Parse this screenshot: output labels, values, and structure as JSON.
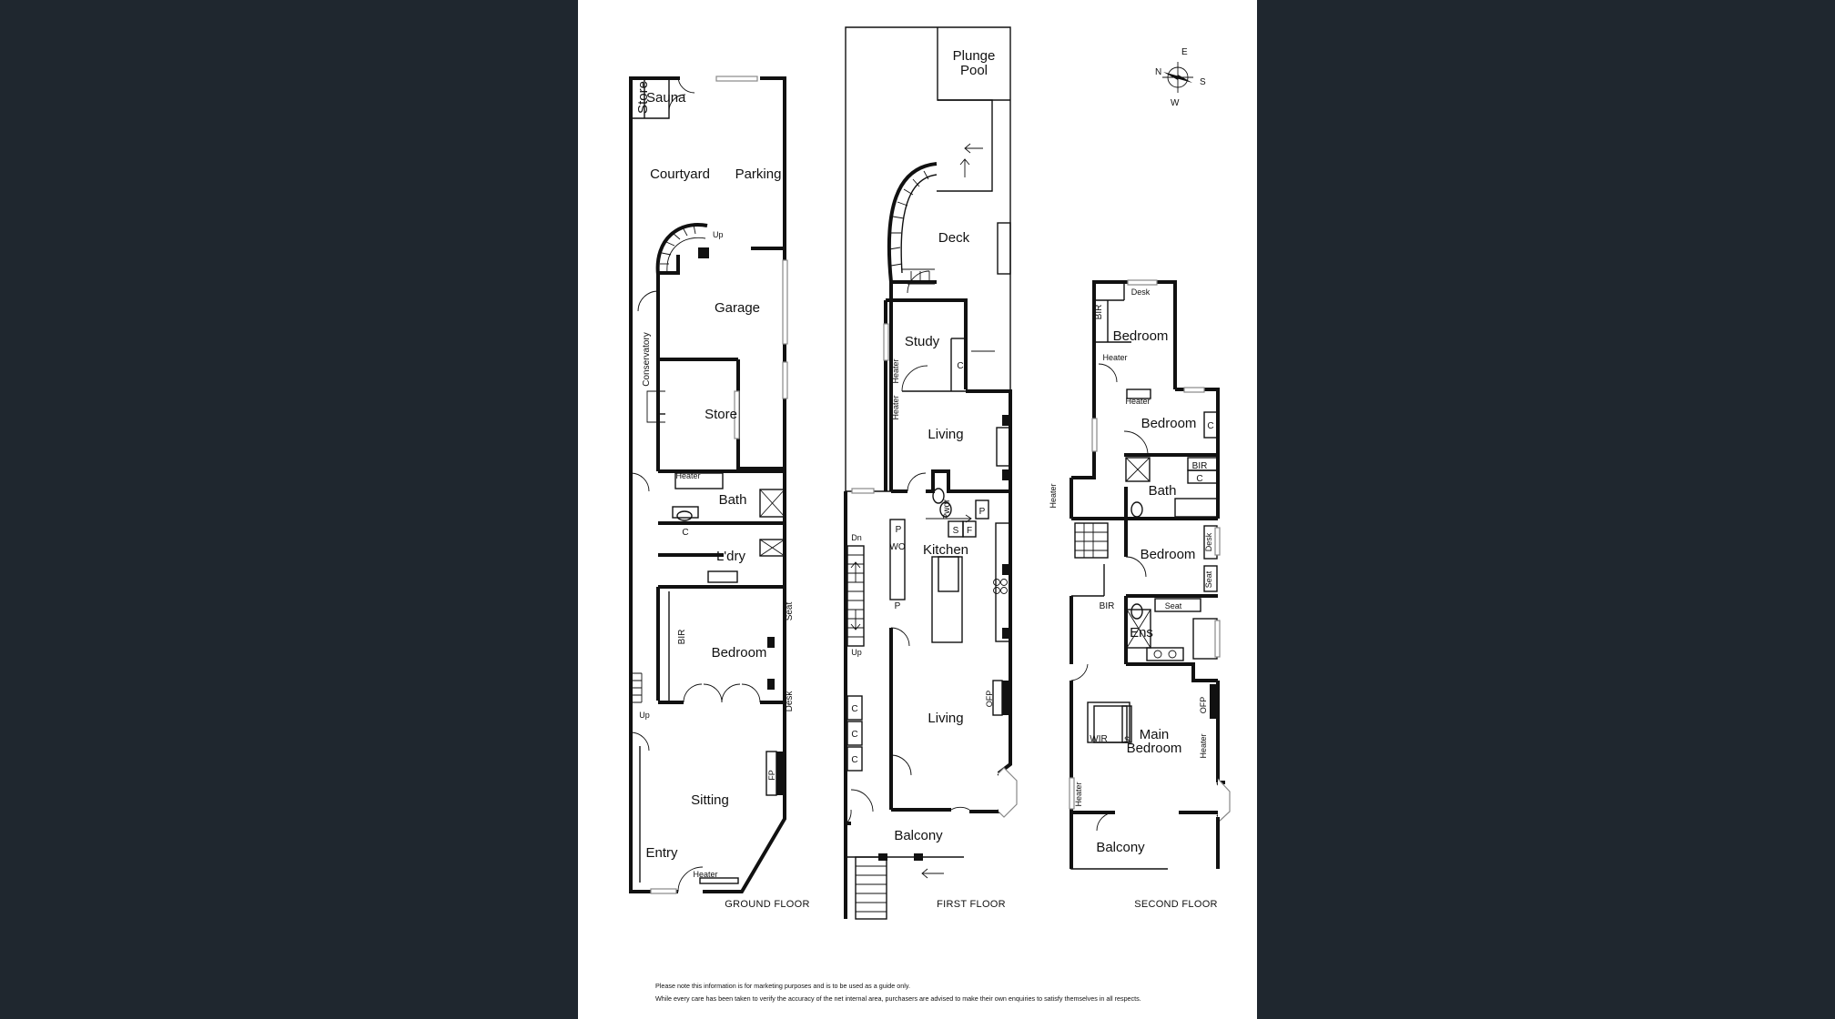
{
  "compass": {
    "n": "N",
    "e": "E",
    "s": "S",
    "w": "W"
  },
  "ground_floor": {
    "label": "GROUND FLOOR",
    "rooms": {
      "store_top": "Store",
      "sauna": "Sauna",
      "courtyard": "Courtyard",
      "parking": "Parking",
      "up_stair": "Up",
      "garage": "Garage",
      "conservatory": "Conservatory",
      "store": "Store",
      "heater_bath": "Heater",
      "bath": "Bath",
      "c": "C",
      "ldry": "L'dry",
      "bir": "BIR",
      "seat": "Seat",
      "bedroom": "Bedroom",
      "desk": "Desk",
      "up": "Up",
      "fp": "FP",
      "sitting": "Sitting",
      "entry": "Entry",
      "heater": "Heater"
    }
  },
  "first_floor": {
    "label": "FIRST FLOOR",
    "rooms": {
      "plunge_pool": [
        "Plunge",
        "Pool"
      ],
      "deck": "Deck",
      "study": "Study",
      "c": "C",
      "heater_study": "Heater",
      "heater_living": "Heater",
      "living_top": "Living",
      "pwdr": "Pwdr",
      "p1": "P",
      "p2": "P",
      "p3": "P",
      "wo": "WO",
      "s": "S",
      "f": "F",
      "kitchen": "Kitchen",
      "dn": "Dn",
      "up": "Up",
      "c1": "C",
      "c2": "C",
      "c3": "C",
      "ofp": "OFP",
      "living": "Living",
      "balcony": "Balcony"
    }
  },
  "second_floor": {
    "label": "SECOND FLOOR",
    "rooms": {
      "desk_top": "Desk",
      "bir_top": "BIR",
      "bedroom_top": "Bedroom",
      "heater_top": "Heater",
      "heater_2": "Heater",
      "bedroom_2": "Bedroom",
      "c_2": "C",
      "bir_2": "BIR",
      "c_3": "C",
      "bath": "Bath",
      "heater_left": "Heater",
      "bedroom_3": "Bedroom",
      "desk_3": "Desk",
      "seat_3": "Seat",
      "bir_ens": "BIR",
      "seat_ens": "Seat",
      "ens": "Ens",
      "ofp": "OFP",
      "wir": "WIR",
      "s": "S",
      "main_bedroom": [
        "Main",
        "Bedroom"
      ],
      "heater_main": "Heater",
      "heater_low": "Heater",
      "balcony": "Balcony"
    }
  },
  "disclaimer": [
    "Please note this information is for marketing purposes and is to be used as a guide only.",
    "While every care has been taken to verify the accuracy of the net internal area, purchasers are advised to make their own enquiries to satisfy themselves in all respects."
  ]
}
